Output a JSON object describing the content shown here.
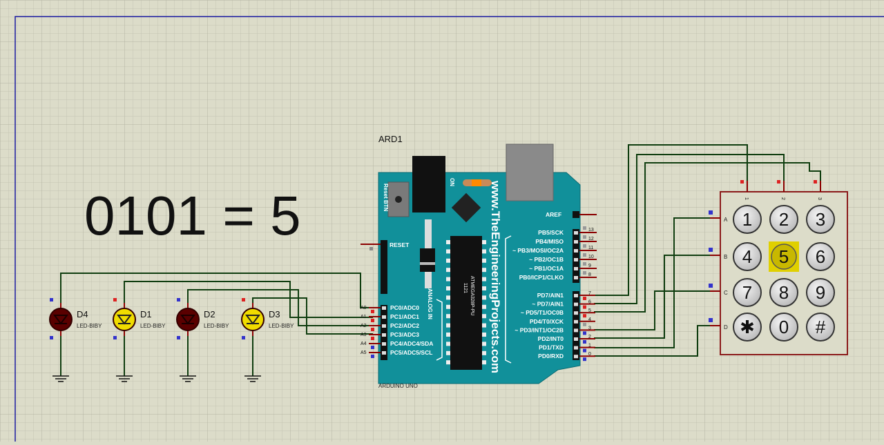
{
  "display": {
    "equation": "0101 = 5"
  },
  "arduino": {
    "ref": "ARD1",
    "caption": "ARDUINO UNO",
    "site": "www.TheEngineeringProjects.com",
    "reset_btn": "Reset BTN",
    "on": "ON",
    "analog_in": "ANALOG IN",
    "chip": "ATMEGA328P-PU",
    "chip_code": "1121",
    "reset": "RESET",
    "aref": "AREF",
    "analog_pins": [
      "PC0/ADC0",
      "PC1/ADC1",
      "PC2/ADC2",
      "PC3/ADC3",
      "PC4/ADC4/SDA",
      "PC5/ADC5/SCL"
    ],
    "analog_nums": [
      "A0",
      "A1",
      "A2",
      "A3",
      "A4",
      "A5"
    ],
    "portb_pins": [
      "PB5/SCK",
      "PB4/MISO",
      "~ PB3/MOSI/OC2A",
      "~ PB2/OC1B",
      "~ PB1/OC1A",
      "PB0/ICP1/CLKO"
    ],
    "portb_nums": [
      "13",
      "12",
      "11",
      "10",
      "9",
      "8"
    ],
    "portd_pins": [
      "PD7/AIN1",
      "~ PD7/AIN1",
      "~ PD5/T1/OC0B",
      "PD4/T0/XCK",
      "~ PD3/INT1/OC2B",
      "PD2/INT0",
      "PD1/TXD",
      "PD0/RXD"
    ],
    "portd_nums": [
      "7",
      "6",
      "5",
      "4",
      "3",
      "2",
      "1",
      "0"
    ]
  },
  "leds": [
    {
      "ref": "D4",
      "part": "LED-BIBY",
      "state": "off"
    },
    {
      "ref": "D1",
      "part": "LED-BIBY",
      "state": "on"
    },
    {
      "ref": "D2",
      "part": "LED-BIBY",
      "state": "off"
    },
    {
      "ref": "D3",
      "part": "LED-BIBY",
      "state": "on"
    }
  ],
  "keypad": {
    "col_labels": [
      "1",
      "2",
      "3"
    ],
    "row_labels": [
      "A",
      "B",
      "C",
      "D"
    ],
    "keys": [
      "1",
      "2",
      "3",
      "4",
      "5",
      "6",
      "7",
      "8",
      "9",
      "✱",
      "0",
      "#"
    ],
    "pressed_key": "5"
  },
  "colors": {
    "background": "#dcdcc9",
    "board": "#11909a",
    "wire": "#0f3d0f",
    "pin": "#8b0000",
    "led_on": "#f0dc00",
    "led_off": "#5a0000",
    "key_pressed": "#e0d000"
  }
}
